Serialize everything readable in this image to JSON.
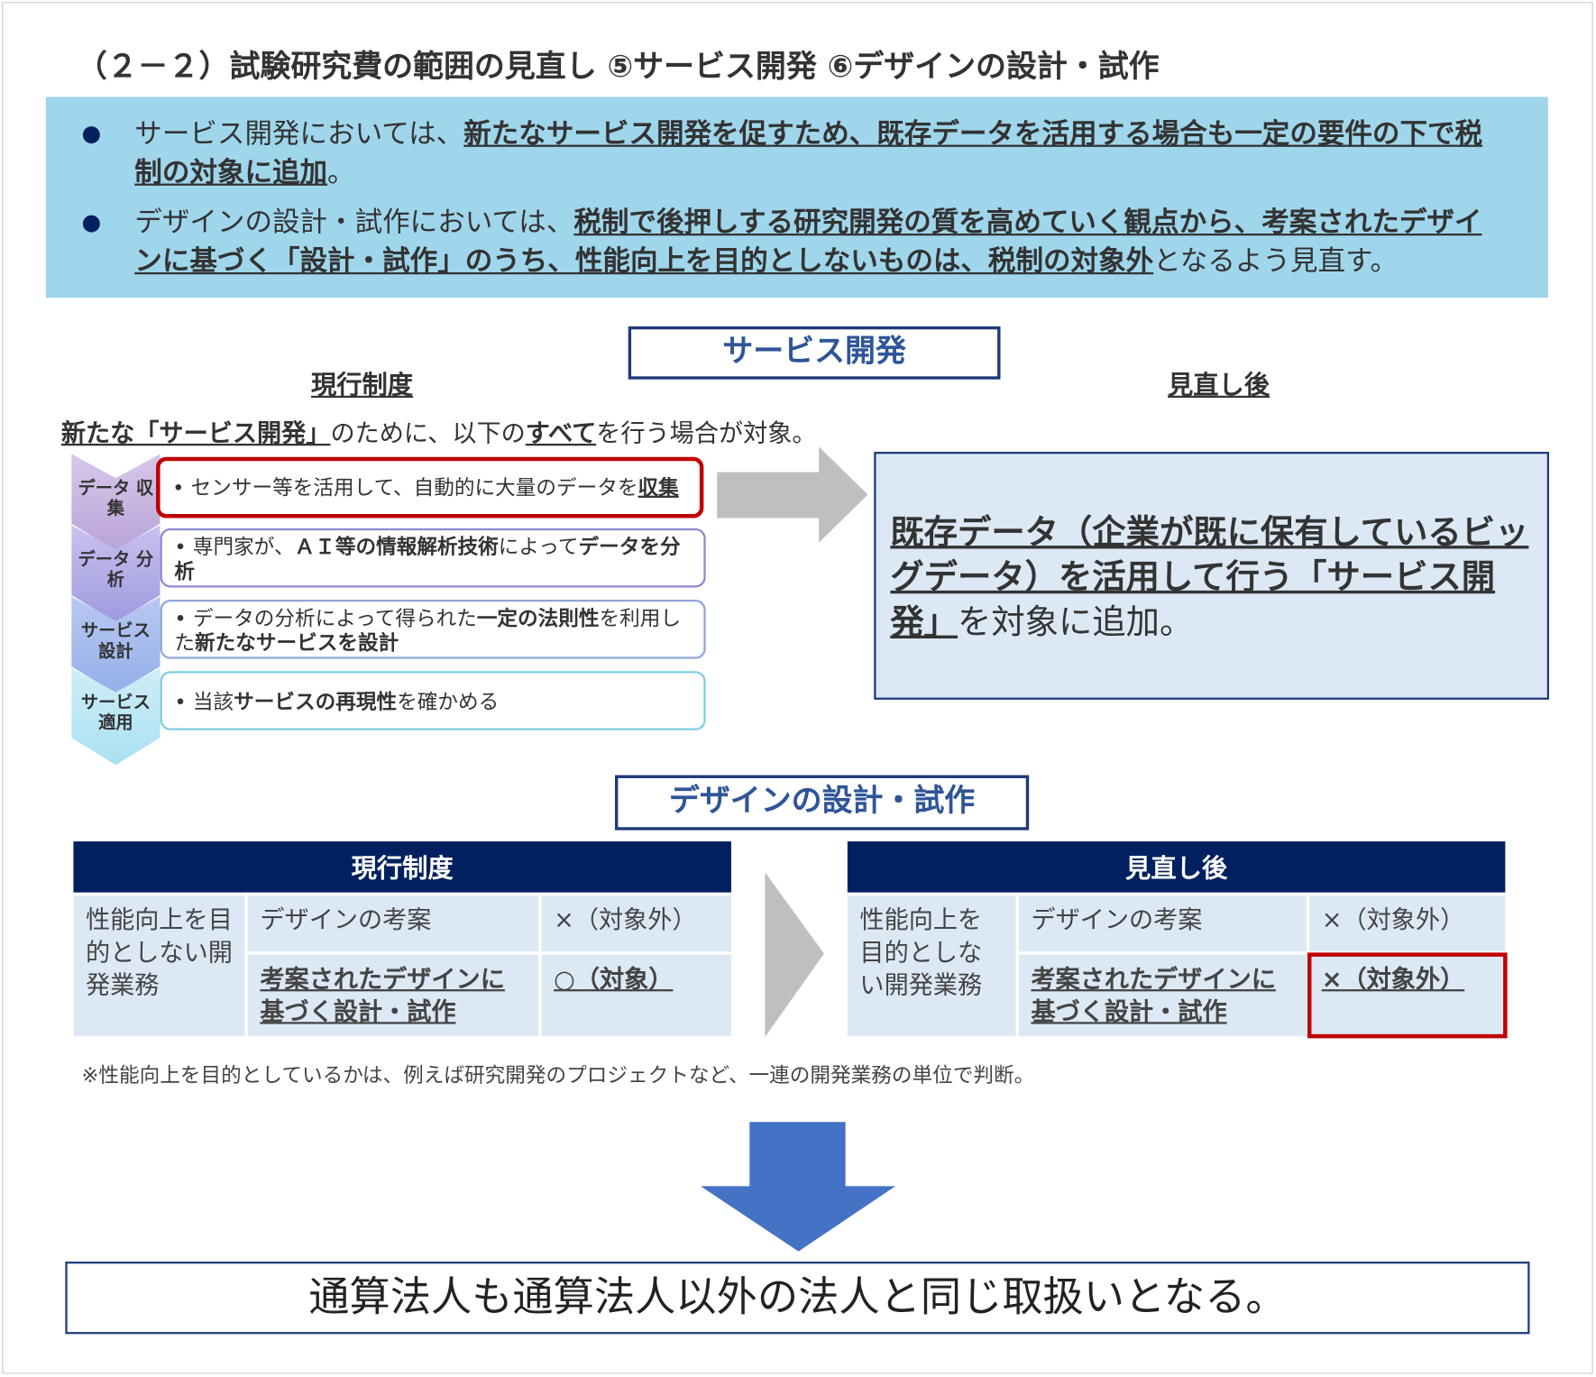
{
  "title": "（２－２）試験研究費の範囲の見直し ⑤サービス開発 ⑥デザインの設計・試作",
  "summary": [
    {
      "plain": "サービス開発においては、",
      "bold": "新たなサービス開発を促すため、既存データを活用する場合も一定の要件の下で税制の対象に追加",
      "tail": "。"
    },
    {
      "plain": "デザインの設計・試作においては、",
      "bold": "税制で後押しする研究開発の質を高めていく観点から、考案されたデザインに基づく「設計・試作」のうち、性能向上を目的としないものは、税制の対象外",
      "tail": "となるよう見直す。"
    }
  ],
  "service": {
    "heading": "サービス開発",
    "current_label": "現行制度",
    "revised_label": "見直し後",
    "intro": {
      "b1": "新たな「サービス開発」",
      "p1": "のために、以下の",
      "b2": "すべて",
      "p2": "を行う場合が対象。"
    },
    "steps": [
      {
        "chevron": "データ 収集",
        "parts": [
          [
            "• センサー等を活用して、自動的に大量のデータを",
            false
          ],
          [
            "収集",
            true
          ]
        ]
      },
      {
        "chevron": "データ 分析",
        "parts": [
          [
            "• 専門家が、",
            false
          ],
          [
            "ＡＩ等の情報解析技術",
            true
          ],
          [
            "によって",
            false
          ],
          [
            "データを分析",
            true
          ]
        ]
      },
      {
        "chevron": "サービス 設計",
        "parts": [
          [
            "• データの分析によって得られた",
            false
          ],
          [
            "一定の法則性",
            true
          ],
          [
            "を利用した",
            false
          ],
          [
            "新たなサービスを設計",
            true
          ]
        ]
      },
      {
        "chevron": "サービス 適用",
        "parts": [
          [
            "• 当該",
            false
          ],
          [
            "サービスの再現性",
            true
          ],
          [
            "を確かめる",
            false
          ]
        ]
      }
    ],
    "revised_text": {
      "bold": "既存データ（企業が既に保有しているビッグデータ）を活用して行う「サービス開発」",
      "plain": "を対象に追加。"
    }
  },
  "design": {
    "heading": "デザインの設計・試作",
    "current": {
      "header": "現行制度",
      "row_label": "性能向上を目的としない開発業務",
      "rows": [
        [
          "デザインの考案",
          "×（対象外）"
        ],
        [
          "考案されたデザインに基づく設計・試作",
          "○（対象）"
        ]
      ]
    },
    "revised": {
      "header": "見直し後",
      "row_label": "性能向上を目的としない開発業務",
      "rows": [
        [
          "デザインの考案",
          "×（対象外）"
        ],
        [
          "考案されたデザインに基づく設計・試作",
          "×（対象外）"
        ]
      ]
    },
    "note": "※性能向上を目的としているかは、例えば研究開発のプロジェクトなど、一連の開発業務の単位で判断。"
  },
  "conclusion": "通算法人も通算法人以外の法人と同じ取扱いとなる。",
  "colors": {
    "navy": "#002060",
    "light_blue": "#9fd6eb",
    "pale": "#dde8f5",
    "red": "#c00000",
    "arrow_blue": "#4472c4"
  }
}
